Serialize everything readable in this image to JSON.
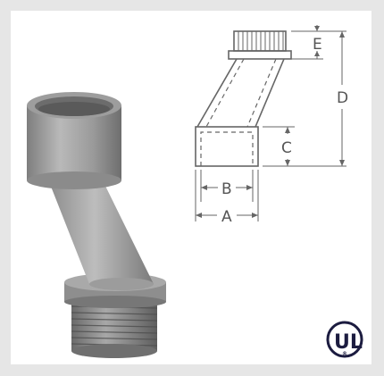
{
  "diagram": {
    "dimension_labels": {
      "a": "A",
      "b": "B",
      "c": "C",
      "d": "D",
      "e": "E"
    }
  },
  "certification": {
    "mark_text": "UL",
    "registered_symbol": "®",
    "icon": "ul-listed-mark-icon",
    "color": "#1c1c40"
  },
  "colors": {
    "background": "#e6e6e6",
    "panel": "#ffffff",
    "fitting_gray": "#8e8e8e",
    "line_drawing": "#666666"
  }
}
